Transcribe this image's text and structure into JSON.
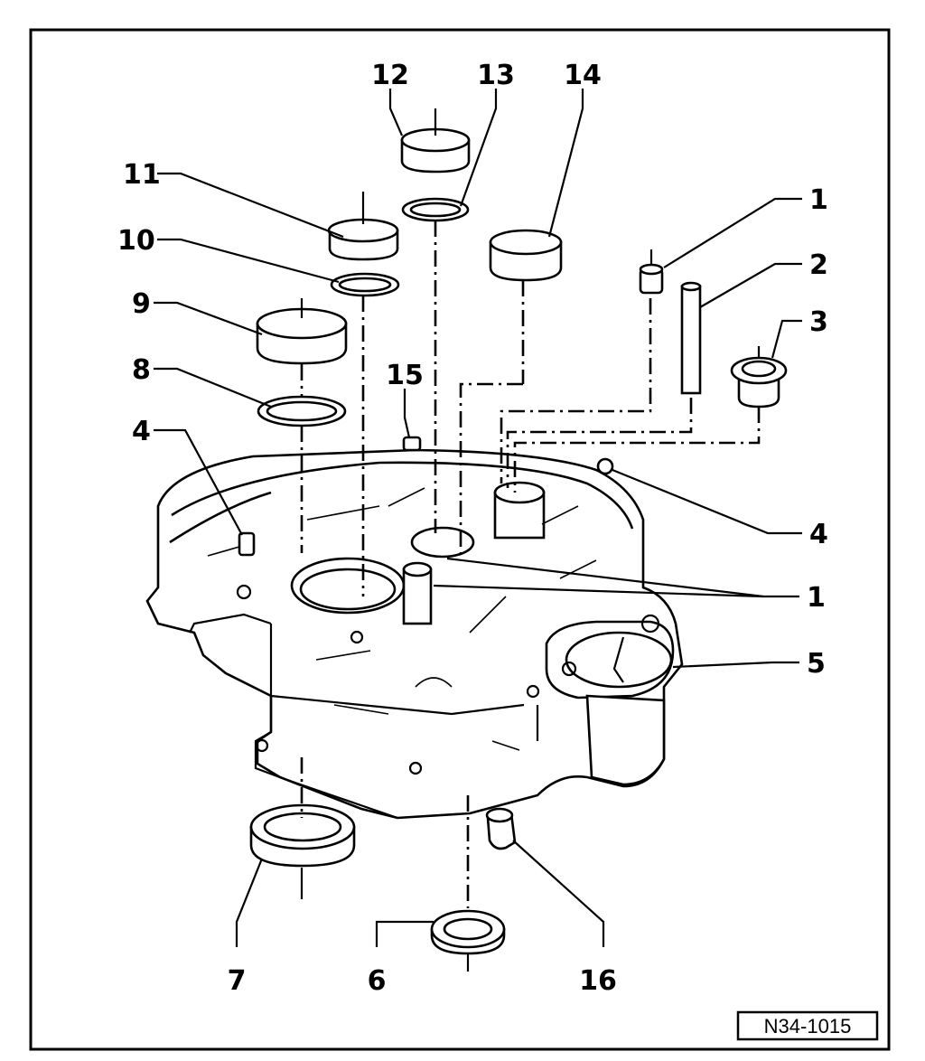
{
  "diagram": {
    "callouts": {
      "c1a": "1",
      "c2": "2",
      "c3": "3",
      "c4a": "4",
      "c4b": "4",
      "c1b": "1",
      "c5": "5",
      "c6": "6",
      "c7": "7",
      "c8": "8",
      "c9": "9",
      "c10": "10",
      "c11": "11",
      "c12": "12",
      "c13": "13",
      "c14": "14",
      "c15": "15",
      "c16": "16"
    },
    "reference_code": "N34-1015"
  }
}
